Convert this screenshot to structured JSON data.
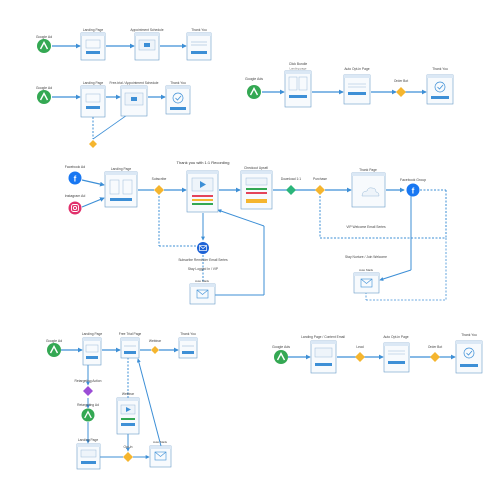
{
  "funnels": [
    {
      "id": "f1",
      "nodes": {
        "source": {
          "label": "Google Ad",
          "icon": "google-ads-icon",
          "color": "#34a853"
        },
        "page1": {
          "label": "Landing Page"
        },
        "page2": {
          "label": "Appointment Schedule"
        },
        "page3": {
          "label": "Thank You"
        }
      }
    },
    {
      "id": "f2",
      "nodes": {
        "source": {
          "label": "Google Ad",
          "icon": "google-ads-icon",
          "color": "#34a853"
        },
        "page1": {
          "label": "Landing Page"
        },
        "page2": {
          "label": "Free-trial / Appointment Schedule"
        },
        "page3": {
          "label": "Thank You"
        }
      }
    },
    {
      "id": "f3",
      "nodes": {
        "source": {
          "label": "Google Ads",
          "icon": "google-ads-icon",
          "color": "#34a853"
        },
        "page1": {
          "label": "Click Bundle",
          "sub": "Landing page"
        },
        "page2": {
          "label": "Auto Opt-in Page"
        },
        "step": {
          "label": "Order Bot"
        },
        "page3": {
          "label": "Thank You"
        }
      }
    },
    {
      "id": "f4",
      "nodes": {
        "fb_ads": {
          "label": "Facebook Ad",
          "icon": "facebook-icon",
          "color": "#1877f2"
        },
        "ig_ads": {
          "label": "Instagram Ad",
          "icon": "instagram-icon",
          "color": "#e1306c"
        },
        "page1": {
          "label": "Landing Page"
        },
        "step1": {
          "label": "Subscribe"
        },
        "page2": {
          "label": "Thank you with 1:1 Recording"
        },
        "page3": {
          "label": "Checkout Upsell"
        },
        "step2": {
          "label": "Download 1:1"
        },
        "step3": {
          "label": "Purchase"
        },
        "page4": {
          "label": "Thank Page"
        },
        "fb_group": {
          "label": "Facebook Group",
          "icon": "facebook-icon",
          "color": "#1877f2"
        },
        "reminder": {
          "label": "Subscribe Reminder Email Series",
          "icon": "email-icon",
          "color": "#1e63d6"
        },
        "joined": {
          "label": "Stay Logged In / VIP"
        },
        "email1": {
          "label": "Auto Mails"
        },
        "vip_series": {
          "label": "VIP Welcome Email Series"
        },
        "stay_series": {
          "label": "Stay Nurture / Join Welcome"
        },
        "email2": {
          "label": "Auto Mails"
        }
      }
    },
    {
      "id": "f5",
      "nodes": {
        "source": {
          "label": "Google Ad",
          "icon": "google-ads-icon",
          "color": "#34a853"
        },
        "page1": {
          "label": "Landing Page"
        },
        "page2": {
          "label": "Free Trial Page"
        },
        "step": {
          "label": "Webinar"
        },
        "page3": {
          "label": "Thank You"
        },
        "decision": {
          "label": "Retargeting Action",
          "color": "#9b4dd6"
        },
        "retarget": {
          "label": "Retargeting Ad",
          "icon": "google-ads-icon",
          "color": "#34a853"
        },
        "page4": {
          "label": "Landing Page"
        },
        "page5": {
          "label": "Webinar"
        },
        "step2": {
          "label": "Opt-in"
        },
        "email": {
          "label": "Auto Mails"
        }
      }
    },
    {
      "id": "f6",
      "nodes": {
        "source": {
          "label": "Google Ads",
          "icon": "google-ads-icon",
          "color": "#34a853"
        },
        "page1": {
          "label": "Landing Page / Content Email"
        },
        "step1": {
          "label": "Lead"
        },
        "page2": {
          "label": "Auto Opt-in Page"
        },
        "step2": {
          "label": "Order Bot"
        },
        "page3": {
          "label": "Thank You"
        }
      }
    }
  ]
}
